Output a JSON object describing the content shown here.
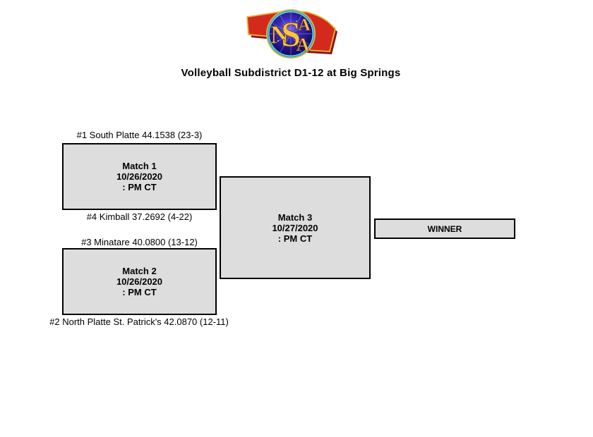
{
  "header": {
    "title": "Volleyball Subdistrict D1-12 at Big Springs"
  },
  "logo": {
    "organization": "NSAA",
    "letters": [
      "N",
      "S",
      "A",
      "A"
    ],
    "colors": {
      "state_red": "#d42a1e",
      "state_shadow": "#8a1410",
      "outline_gold": "#e7b73a",
      "circle_blue_dark": "#140a5e",
      "circle_blue_light": "#7b6ff0",
      "ring_teal": "#35aebc",
      "letter_gold": "#f4c83c"
    }
  },
  "bracket": {
    "box_fill": "#dddddd",
    "box_border": "#000000",
    "seeds": [
      {
        "id": "seed-1",
        "label": "#1 South Platte 44.1538 (23-3)"
      },
      {
        "id": "seed-4",
        "label": "#4 Kimball 37.2692 (4-22)"
      },
      {
        "id": "seed-3",
        "label": "#3 Minatare 40.0800 (13-12)"
      },
      {
        "id": "seed-2",
        "label": "#2 North Platte St. Patrick's 42.0870 (12-11)"
      }
    ],
    "matches": [
      {
        "name": "Match 1",
        "date": "10/26/2020",
        "time": ": PM CT"
      },
      {
        "name": "Match 2",
        "date": "10/26/2020",
        "time": ": PM CT"
      },
      {
        "name": "Match 3",
        "date": "10/27/2020",
        "time": ": PM CT"
      }
    ],
    "winner_label": "WINNER"
  }
}
